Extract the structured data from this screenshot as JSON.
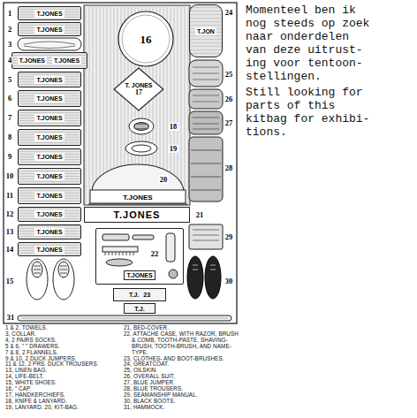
{
  "diagram": {
    "nodes": [
      {
        "text": [
          "T.JONES"
        ]
      },
      {
        "text": [
          "T.JONES"
        ]
      },
      {
        "text": [
          "T.JONES",
          "T.JONES"
        ]
      },
      {
        "text": [
          "T.JONES"
        ]
      },
      {
        "text": [
          "T.JONES"
        ]
      },
      {
        "text": [
          "T.JONES"
        ]
      },
      {
        "text": [
          "T.JONES"
        ]
      },
      {
        "text": [
          "T.JONES"
        ]
      },
      {
        "text": [
          "T.JONES"
        ]
      },
      {
        "text": [
          "T.JONES"
        ]
      },
      {
        "text": [
          "T.JONES"
        ]
      },
      {
        "text": [
          "T.JONES"
        ]
      },
      {
        "text": [
          "T.JONES"
        ]
      },
      {
        "text": [
          "16"
        ]
      },
      {
        "text": [
          "T.JON"
        ]
      },
      {
        "text": [
          "T. JONES",
          "17"
        ]
      },
      {
        "text": [
          "T.JONES"
        ]
      },
      {
        "text": [
          "T.JONES"
        ]
      },
      {
        "text": [
          "T.JONES"
        ]
      },
      {
        "text": [
          "T.J.",
          "23"
        ]
      },
      {
        "text": [
          "T.J."
        ]
      }
    ],
    "labels": [
      "1",
      "2",
      "3",
      "4",
      "5",
      "6",
      "7",
      "8",
      "9",
      "10",
      "11",
      "12",
      "13",
      "14",
      "15",
      "18",
      "19",
      "20",
      "21",
      "22",
      "24",
      "25",
      "26",
      "27",
      "28",
      "29",
      "30",
      "31",
      "1 & 2, TOWELS.",
      "3, COLLAR.",
      "4, 2 PAIRS SOCKS.",
      "5 & 6, \" \" DRAWERS.",
      "7 & 8, 2 FLANNELS.",
      "9 & 10, 2 DUCK JUMPERS.",
      "11 & 12, 2 PRS. DUCK TROUSERS.",
      "13, LINEN BAG.",
      "14, LIFE-BELT.",
      "15, WHITE SHOES.",
      "16, \" CAP.",
      "17, HANDKERCHIEFS.",
      "18, KNIFE & LANYARD.",
      "19, LANYARD. 20, KIT-BAG.",
      "21, BED-COVER.",
      "22, ATTACHE CASE, WITH RAZOR, BRUSH & COMB, TOOTH-PASTE, SHAVING-BRUSH, TOOTH-BRUSH, AND NAME-TYPE.",
      "23, CLOTHES- AND BOOT-BRUSHES.",
      "24, GREATCOAT.",
      "25, OILSKIN.",
      "26, OVERALL SUIT.",
      "27, BLUE JUMPER.",
      "28, BLUE TROUSERS.",
      "29, SEAMANSHIP MANUAL.",
      "30, BLACK BOOTS.",
      "31, HAMMOCK.",
      "Momenteel ben ik nog steeds op zoek naar onderdelen van deze uitrust- ing voor tentoon- stellingen.",
      "Still looking for parts of this kitbag for exhibi- tions."
    ]
  }
}
